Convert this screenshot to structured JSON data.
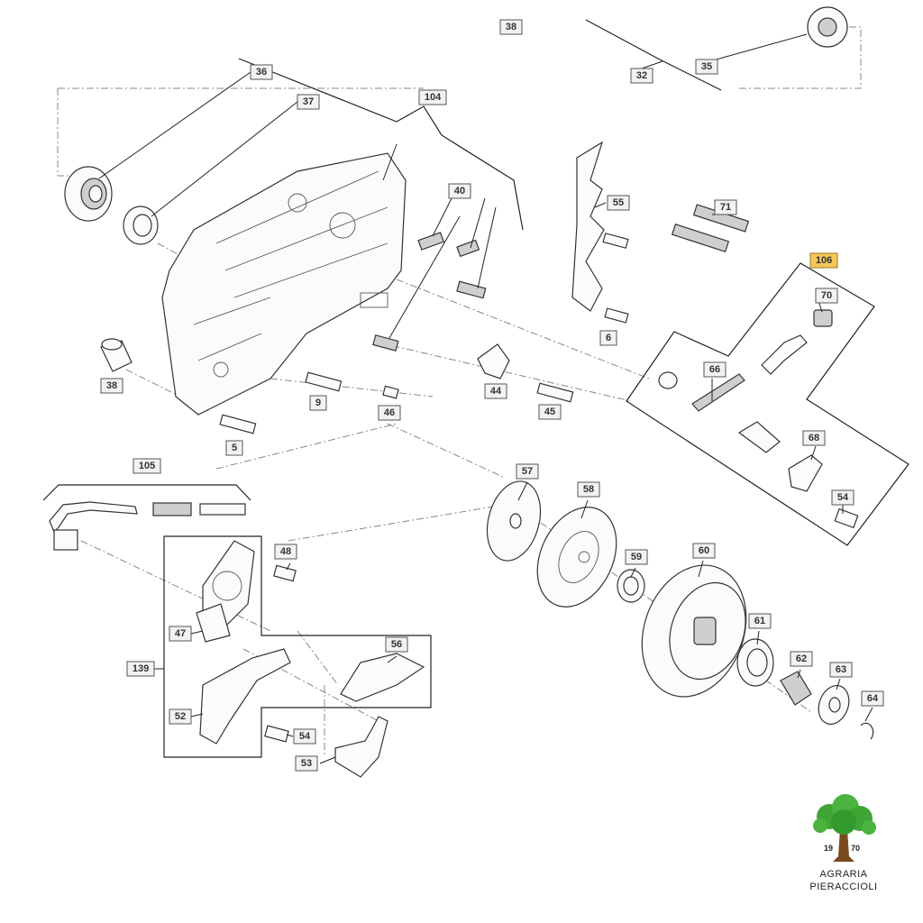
{
  "diagram": {
    "labels": {
      "p38a": "38",
      "p32": "32",
      "p35": "35",
      "p36": "36",
      "p37": "37",
      "p104": "104",
      "p40": "40",
      "p55": "55",
      "p71": "71",
      "p106": "106",
      "p70": "70",
      "p6": "6",
      "p38b": "38",
      "p9": "9",
      "p46": "46",
      "p5": "5",
      "p44": "44",
      "p45": "45",
      "p66": "66",
      "p68": "68",
      "p54a": "54",
      "p105": "105",
      "p57": "57",
      "p58": "58",
      "p48": "48",
      "p59": "59",
      "p60": "60",
      "p47": "47",
      "p56": "56",
      "p61": "61",
      "p139": "139",
      "p62": "62",
      "p63": "63",
      "p64": "64",
      "p52": "52",
      "p54b": "54",
      "p53": "53"
    },
    "highlight_color": "#f3c75a"
  },
  "logo": {
    "year_left": "19",
    "year_right": "70",
    "line1": "AGRARIA",
    "line2": "PIERACCIOLI",
    "leaf_color": "#3fa535",
    "trunk_color": "#7a4a1e"
  }
}
